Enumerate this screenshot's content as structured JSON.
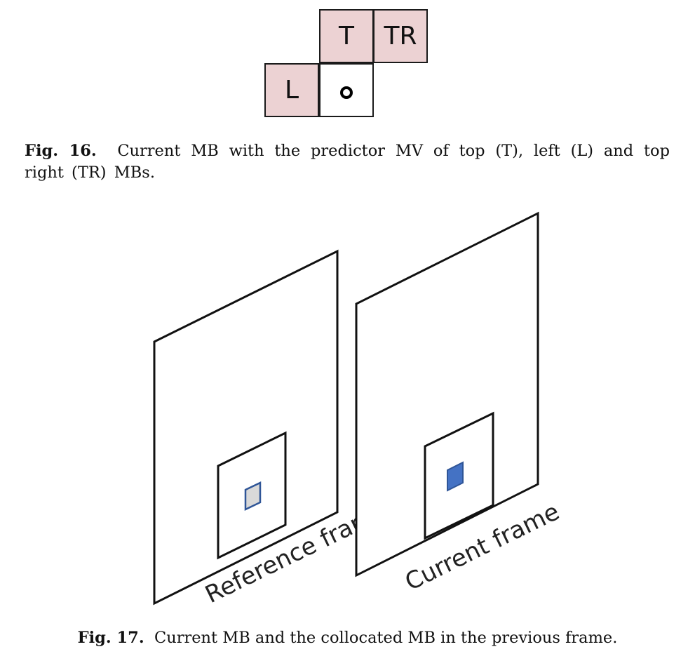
{
  "fig16": {
    "cells": {
      "top": "T",
      "top_right": "TR",
      "left": "L"
    },
    "caption_label": "Fig. 16.",
    "caption_text": "Current MB with the predictor MV of top (T), left (L) and top right (TR) MBs."
  },
  "fig17": {
    "reference_label": "Reference frame",
    "current_label": "Current frame",
    "caption_label": "Fig. 17.",
    "caption_text": "Current MB and the collocated MB in the previous frame."
  },
  "colors": {
    "neighbor_fill": "#ecd2d3",
    "collocated_mb_fill": "#d9d9d9",
    "current_mb_fill": "#4472c4",
    "mb_border": "#2f5597"
  }
}
